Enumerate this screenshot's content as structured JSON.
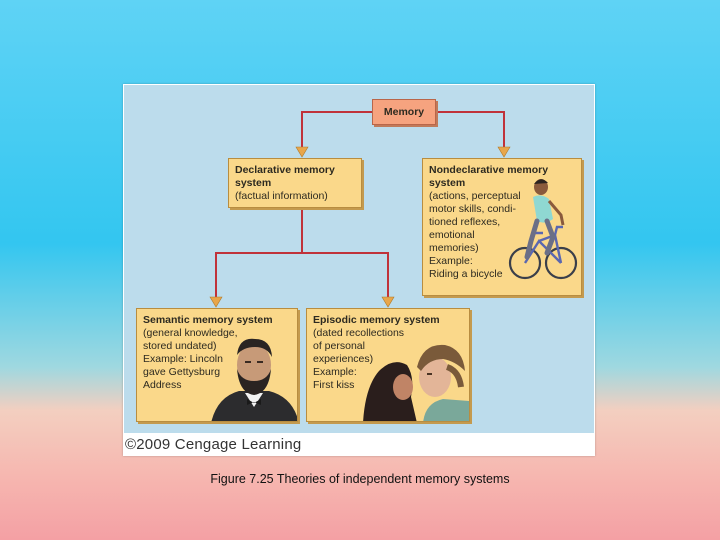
{
  "diagram": {
    "memory_label": "Memory",
    "declarative": {
      "title": "Declarative memory system",
      "lines": [
        "(factual information)"
      ]
    },
    "nondeclarative": {
      "title": "Nondeclarative memory system",
      "lines": [
        "(actions, perceptual",
        "motor skills, condi-",
        "tioned reflexes,",
        "emotional",
        "memories)",
        "Example:",
        "Riding a bicycle"
      ]
    },
    "semantic": {
      "title": "Semantic memory system",
      "lines": [
        "(general knowledge,",
        "stored undated)",
        "Example: Lincoln",
        "gave Gettysburg",
        "Address"
      ]
    },
    "episodic": {
      "title": "Episodic memory system",
      "lines": [
        "(dated recollections",
        "of personal",
        "experiences)",
        "Example:",
        "First kiss"
      ]
    },
    "copyright": "©2009 Cengage Learning"
  },
  "caption": "Figure 7.25 Theories of independent memory systems",
  "icons": [
    "bicycle-rider-illustration",
    "lincoln-portrait-illustration",
    "first-kiss-illustration"
  ],
  "colors": {
    "box_fill": "#fad88a",
    "memory_box_fill": "#f6a37f",
    "panel_background": "#bcdcec",
    "arrow_line": "#c0323a",
    "arrow_head": "#e8a64a"
  }
}
